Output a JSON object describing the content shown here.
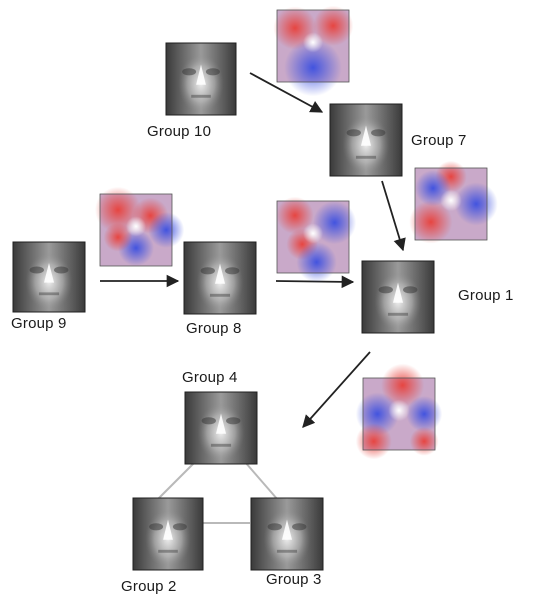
{
  "groups": [
    {
      "id": "g10",
      "label": "Group 10"
    },
    {
      "id": "g7",
      "label": "Group 7"
    },
    {
      "id": "g9",
      "label": "Group 9"
    },
    {
      "id": "g8",
      "label": "Group 8"
    },
    {
      "id": "g1",
      "label": "Group 1"
    },
    {
      "id": "g4",
      "label": "Group 4"
    },
    {
      "id": "g2",
      "label": "Group 2"
    },
    {
      "id": "g3",
      "label": "Group 3"
    }
  ],
  "transitions": [
    {
      "from": "Group 10",
      "to": "Group 7"
    },
    {
      "from": "Group 7",
      "to": "Group 1"
    },
    {
      "from": "Group 9",
      "to": "Group 8"
    },
    {
      "from": "Group 8",
      "to": "Group 1"
    },
    {
      "from": "Group 1",
      "to": "Group 4"
    }
  ],
  "links": [
    {
      "a": "Group 4",
      "b": "Group 2"
    },
    {
      "a": "Group 4",
      "b": "Group 3"
    },
    {
      "a": "Group 2",
      "b": "Group 3"
    }
  ],
  "colors": {
    "face_dark": "#2e2e2e",
    "face_light": "#eeeeee",
    "diff_red": "#e8403a",
    "diff_blue": "#3b4fe0",
    "diff_neutral": "#c9a9c9",
    "arrow": "#222222",
    "link": "#b9b9b9"
  }
}
